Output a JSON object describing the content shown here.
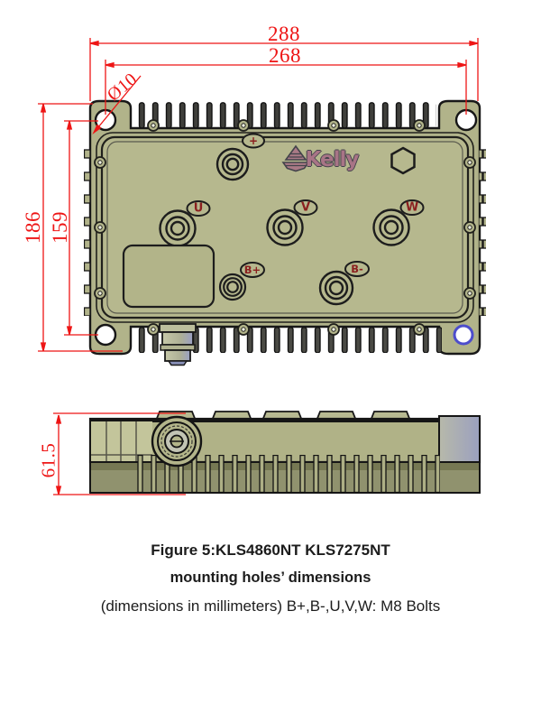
{
  "dimensions": {
    "width_overall": "288",
    "width_holes": "268",
    "hole_diameter": "Ø10",
    "height_overall": "186",
    "height_holes": "159",
    "side_height": "61.5"
  },
  "terminals": {
    "plus": "+",
    "u": "U",
    "v": "V",
    "w": "W",
    "b_plus": "B+",
    "b_minus": "B-"
  },
  "logo": {
    "brand": "Kelly"
  },
  "caption": {
    "line1": "Figure 5:KLS4860NT KLS7275NT",
    "line2": "mounting holes’ dimensions",
    "line3": "(dimensions in millimeters) B+,B-,U,V,W: M8 Bolts"
  },
  "colors": {
    "dimension_red": "#ee1515",
    "terminal_label_red": "#8b1f1f",
    "body_khaki": "#b1b38a",
    "logo_pink": "#a87486",
    "hole_highlight_blue": "#4d4dcc"
  }
}
